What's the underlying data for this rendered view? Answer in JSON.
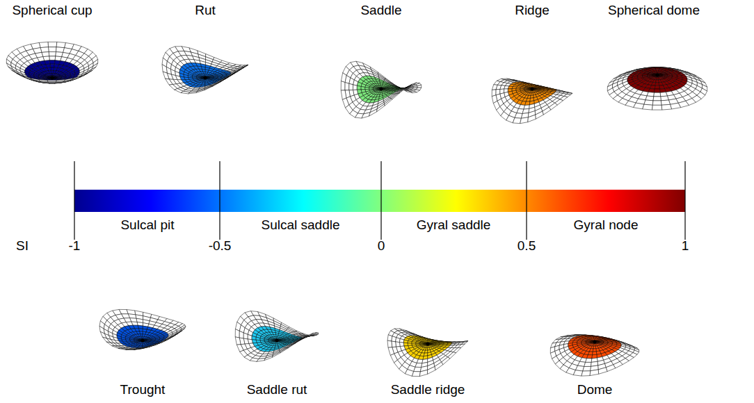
{
  "diagram": {
    "labels": [
      "Spherical cup",
      "Rut",
      "Saddle",
      "Ridge",
      "Spherical dome",
      "Sulcal pit",
      "Sulcal saddle",
      "Gyral saddle",
      "Gyral node",
      "SI",
      "-1",
      "-0.5",
      "0",
      "0.5",
      "1",
      "Trought",
      "Saddle rut",
      "Saddle ridge",
      "Dome"
    ]
  }
}
